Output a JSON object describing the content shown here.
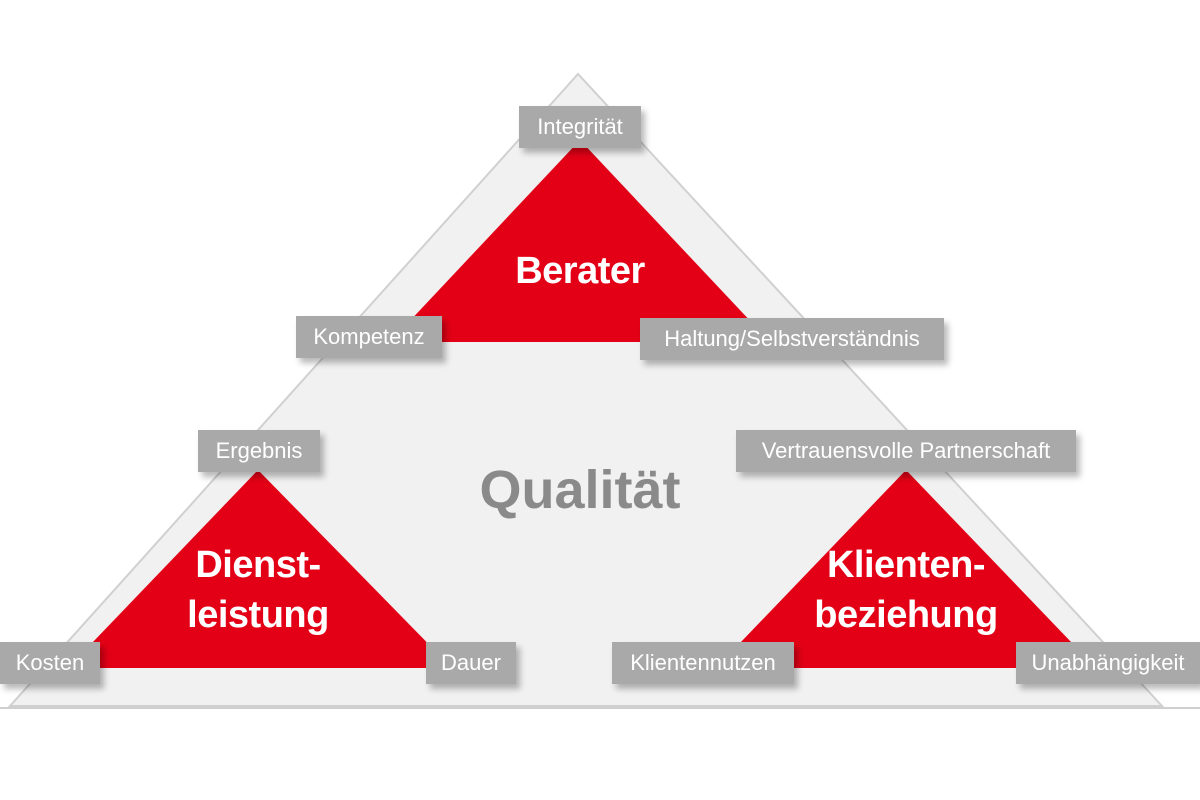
{
  "center": {
    "label": "Qualität"
  },
  "triangles": {
    "top": {
      "title": "Berater"
    },
    "left": {
      "title_line1": "Dienst-",
      "title_line2": "leistung"
    },
    "right": {
      "title_line1": "Klienten-",
      "title_line2": "beziehung"
    }
  },
  "tags": {
    "integritaet": "Integrität",
    "kompetenz": "Kompetenz",
    "haltung": "Haltung/Selbstverständnis",
    "ergebnis": "Ergebnis",
    "kosten": "Kosten",
    "dauer": "Dauer",
    "vertrauen": "Vertrauensvolle Partnerschaft",
    "klientennutzen": "Klientennutzen",
    "unabhaengigkeit": "Unabhängigkeit"
  },
  "colors": {
    "accent_red": "#e30016",
    "tag_gray": "#a9a9a9",
    "background_triangle": "#f1f1f1",
    "center_text": "#8a8a8a"
  }
}
